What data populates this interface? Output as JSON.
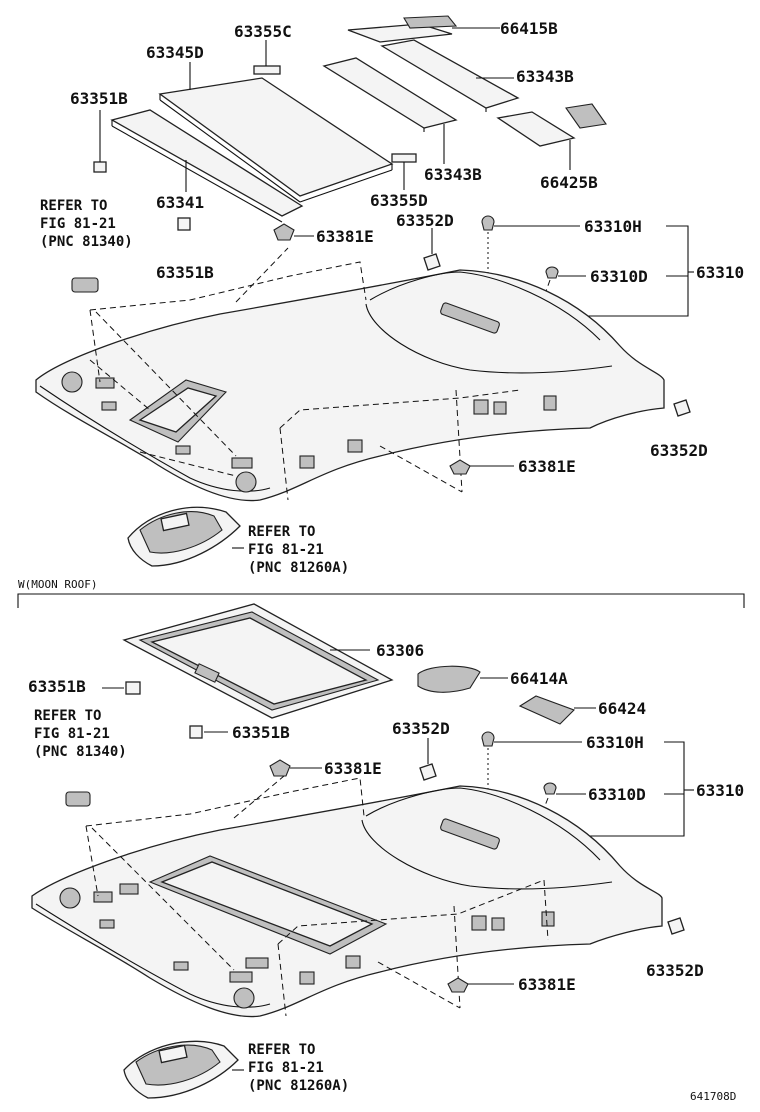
{
  "upper": {
    "labels": {
      "p66415B": "66415B",
      "p63355C": "63355C",
      "p63345D": "63345D",
      "p63343B_top": "63343B",
      "p63351B_top": "63351B",
      "p63343B_mid": "63343B",
      "p66425B": "66425B",
      "p63341": "63341",
      "p63355D": "63355D",
      "p63352D_top": "63352D",
      "p63310H": "63310H",
      "p63381E_top": "63381E",
      "p63351B_low": "63351B",
      "p63310D": "63310D",
      "p63310": "63310",
      "p63352D_right": "63352D",
      "p63381E_low": "63381E"
    },
    "ref_left": {
      "l1": "REFER TO",
      "l2": "FIG 81-21",
      "l3": "(PNC 81340)"
    },
    "ref_bottom": {
      "l1": "REFER TO",
      "l2": "FIG 81-21",
      "l3": "(PNC 81260A)"
    }
  },
  "section_title": "W(MOON ROOF)",
  "lower": {
    "labels": {
      "p63306": "63306",
      "p63351B_a": "63351B",
      "p66414A": "66414A",
      "p66424": "66424",
      "p63351B_b": "63351B",
      "p63352D_top": "63352D",
      "p63310H": "63310H",
      "p63381E_top": "63381E",
      "p63310D": "63310D",
      "p63310": "63310",
      "p63352D_right": "63352D",
      "p63381E_low": "63381E"
    },
    "ref_left": {
      "l1": "REFER TO",
      "l2": "FIG 81-21",
      "l3": "(PNC 81340)"
    },
    "ref_bottom": {
      "l1": "REFER TO",
      "l2": "FIG 81-21",
      "l3": "(PNC 81260A)"
    }
  },
  "figure_code": "641708D"
}
